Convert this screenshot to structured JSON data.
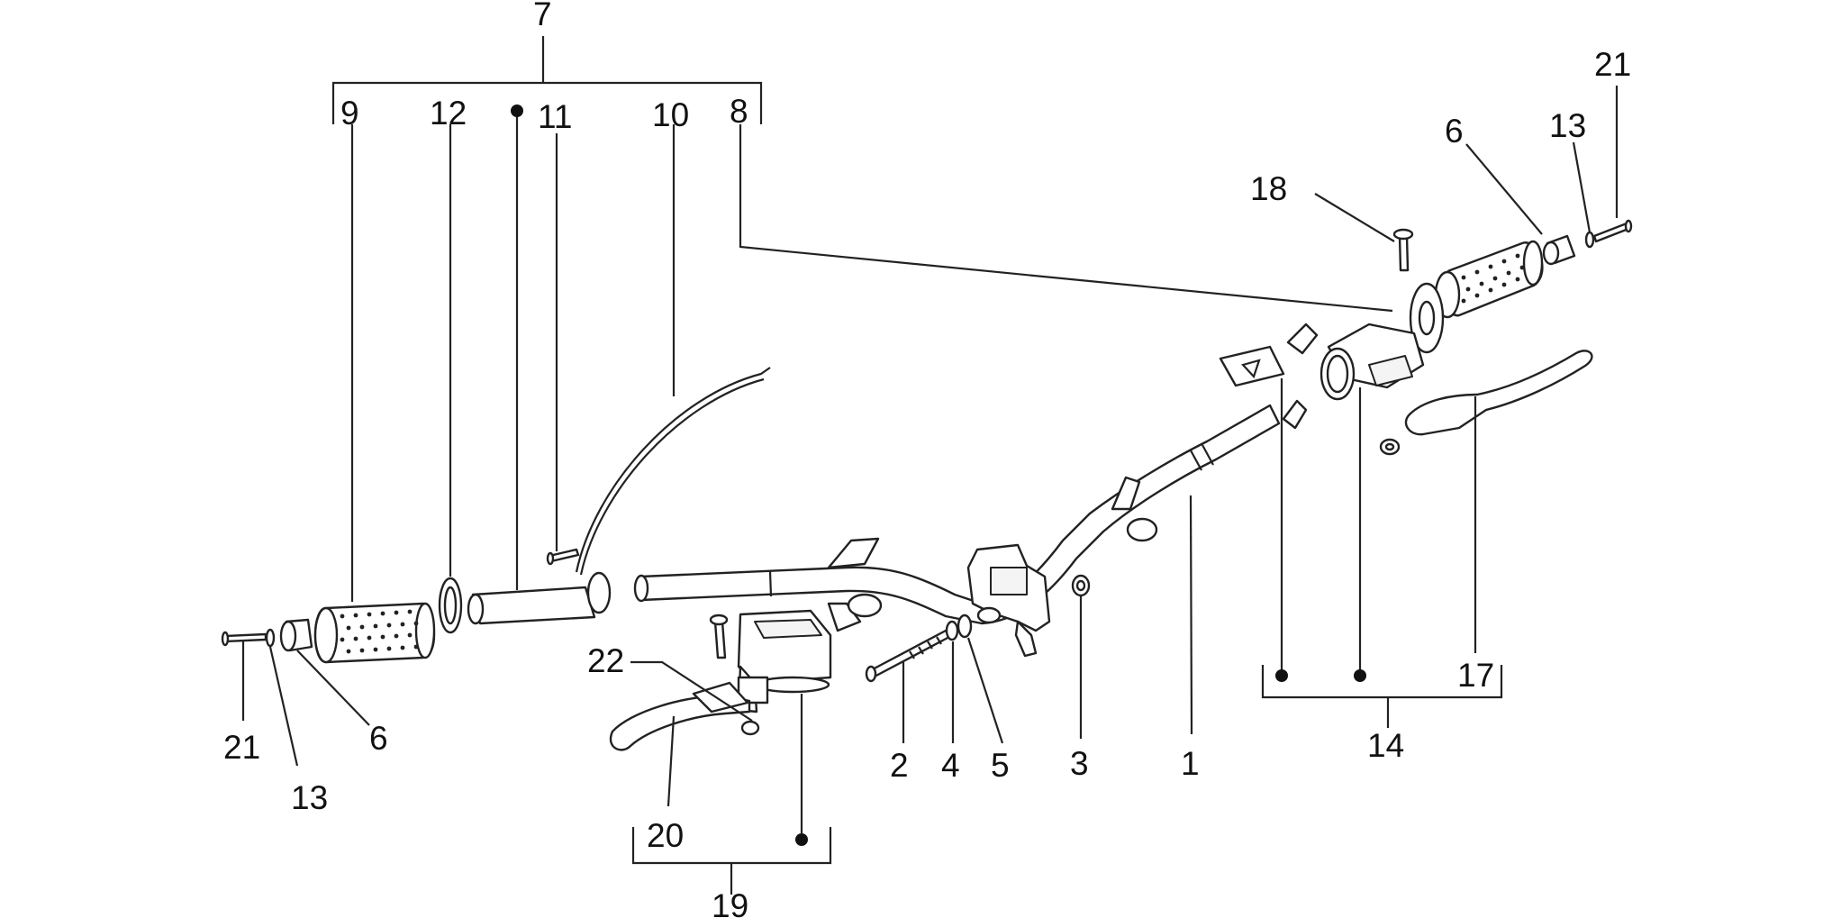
{
  "callouts": [
    {
      "id": "7",
      "text": "7"
    },
    {
      "id": "9",
      "text": "9"
    },
    {
      "id": "12",
      "text": "12"
    },
    {
      "id": "11",
      "text": "11"
    },
    {
      "id": "10",
      "text": "10"
    },
    {
      "id": "8",
      "text": "8"
    },
    {
      "id": "18",
      "text": "18"
    },
    {
      "id": "6r",
      "text": "6"
    },
    {
      "id": "13r",
      "text": "13"
    },
    {
      "id": "21r",
      "text": "21"
    },
    {
      "id": "22",
      "text": "22"
    },
    {
      "id": "21l",
      "text": "21"
    },
    {
      "id": "13l",
      "text": "13"
    },
    {
      "id": "6l",
      "text": "6"
    },
    {
      "id": "2",
      "text": "2"
    },
    {
      "id": "4",
      "text": "4"
    },
    {
      "id": "5",
      "text": "5"
    },
    {
      "id": "3",
      "text": "3"
    },
    {
      "id": "1",
      "text": "1"
    },
    {
      "id": "17",
      "text": "17"
    },
    {
      "id": "14",
      "text": "14"
    },
    {
      "id": "20",
      "text": "20"
    },
    {
      "id": "19",
      "text": "19"
    }
  ]
}
